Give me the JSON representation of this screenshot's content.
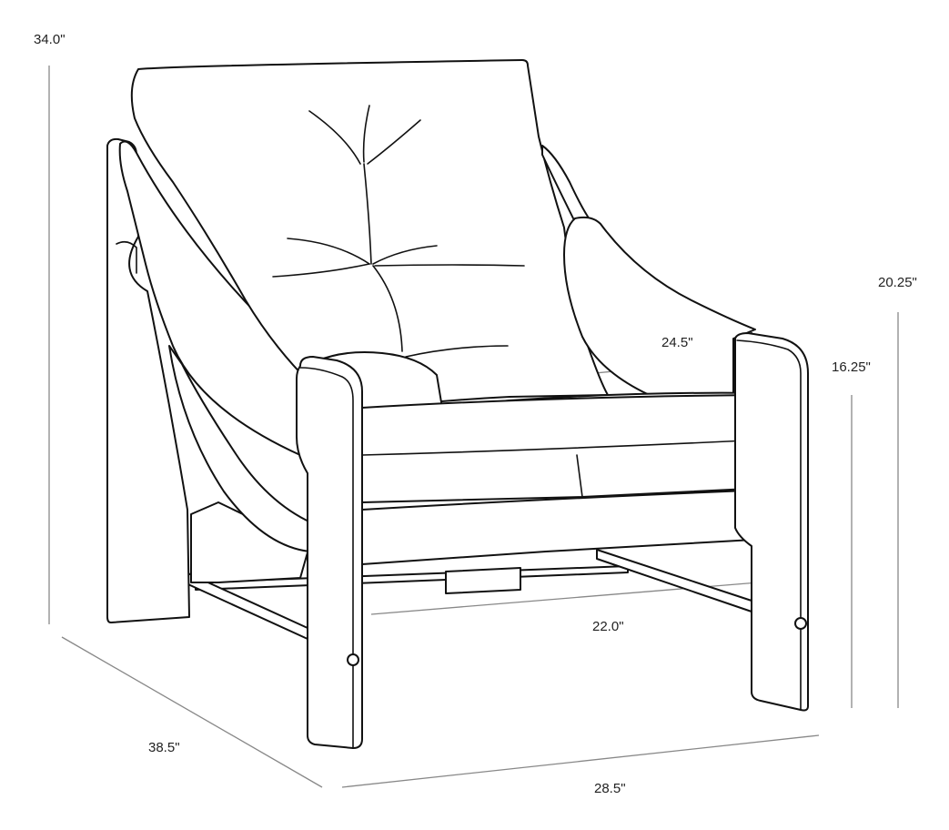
{
  "dimensions": {
    "overall_height": "34.0\"",
    "arm_height": "20.25\"",
    "seat_height": "16.25\"",
    "seat_depth": "24.5\"",
    "seat_width": "22.0\"",
    "depth": "38.5\"",
    "width": "28.5\""
  },
  "colors": {
    "line": "#111111",
    "dimension_line": "#888888",
    "background": "#ffffff"
  }
}
